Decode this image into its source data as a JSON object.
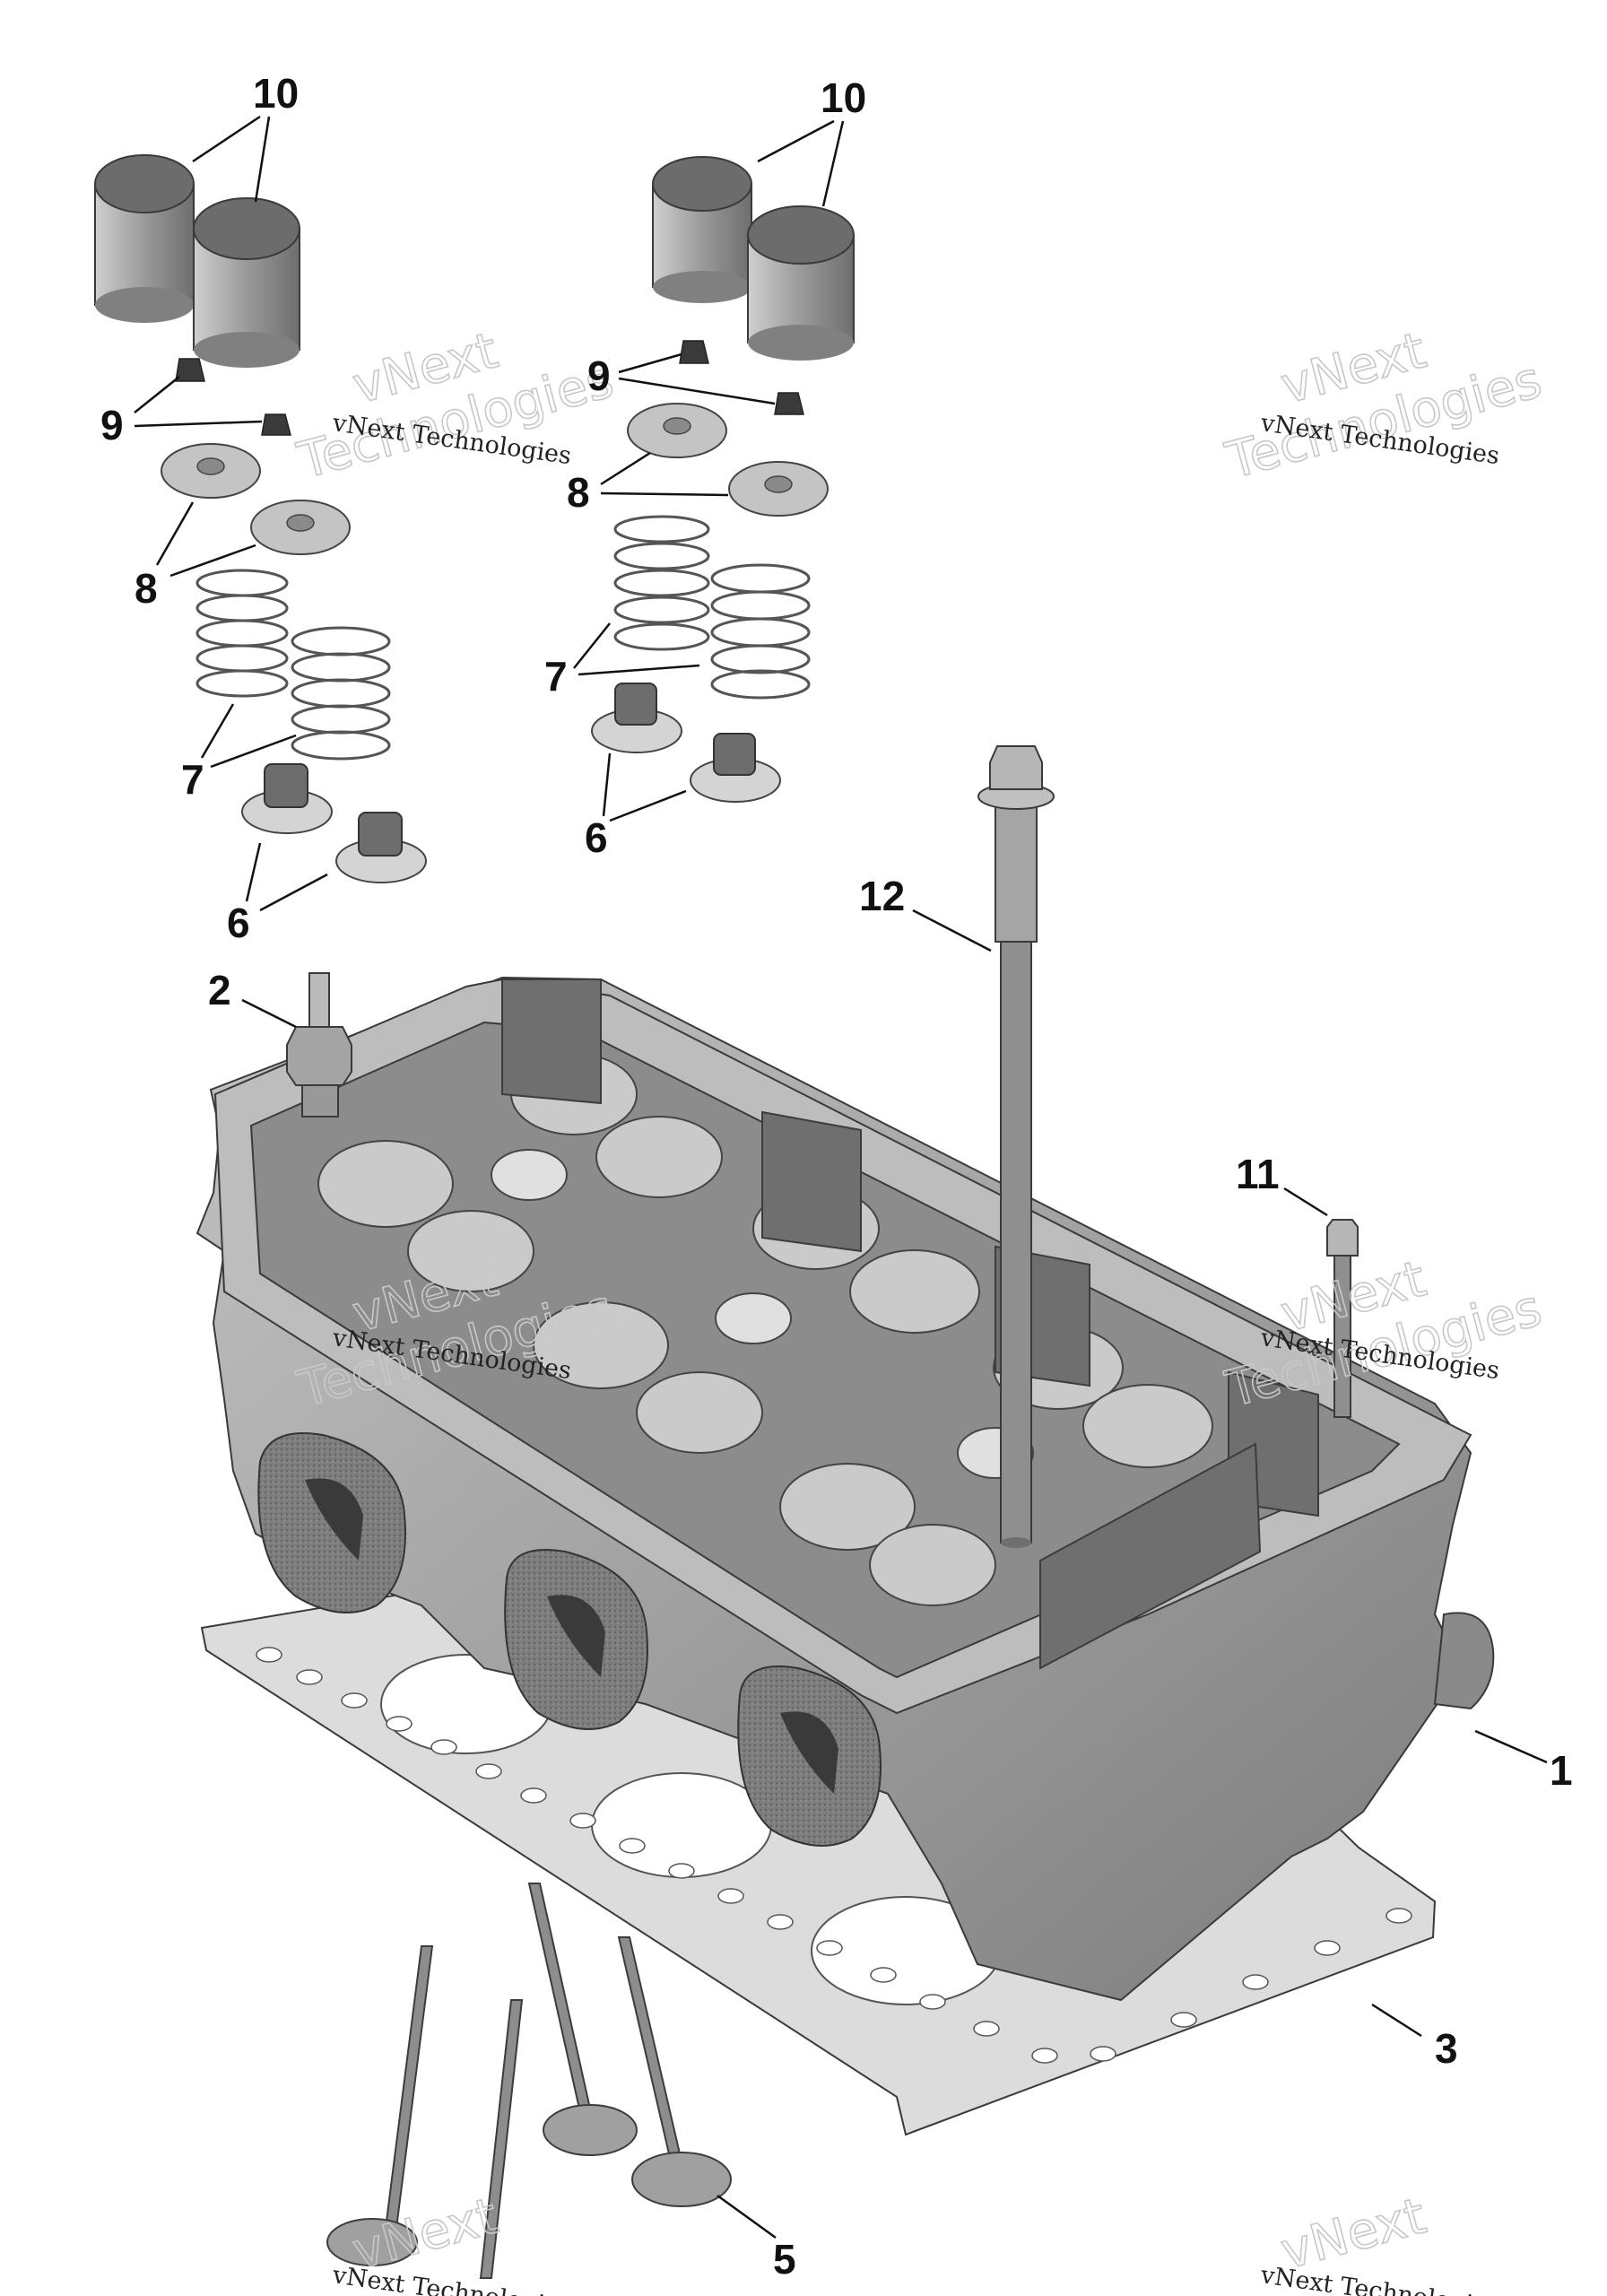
{
  "diagram": {
    "callouts": {
      "c10a": "10",
      "c10b": "10",
      "c9a": "9",
      "c9b": "9",
      "c8a": "8",
      "c8b": "8",
      "c7a": "7",
      "c7b": "7",
      "c6a": "6",
      "c6b": "6",
      "c12": "12",
      "c2": "2",
      "c11": "11",
      "c1": "1",
      "c3": "3",
      "c5": "5"
    },
    "watermark": {
      "big_top": "vNext",
      "big_bottom": "Technologies",
      "small": "vNext Technologies"
    },
    "colors": {
      "part_fill": "#a9a9a9",
      "part_dark": "#5e5e5e",
      "gasket": "#dcdcdc",
      "spring": "#f2f2f2"
    }
  }
}
